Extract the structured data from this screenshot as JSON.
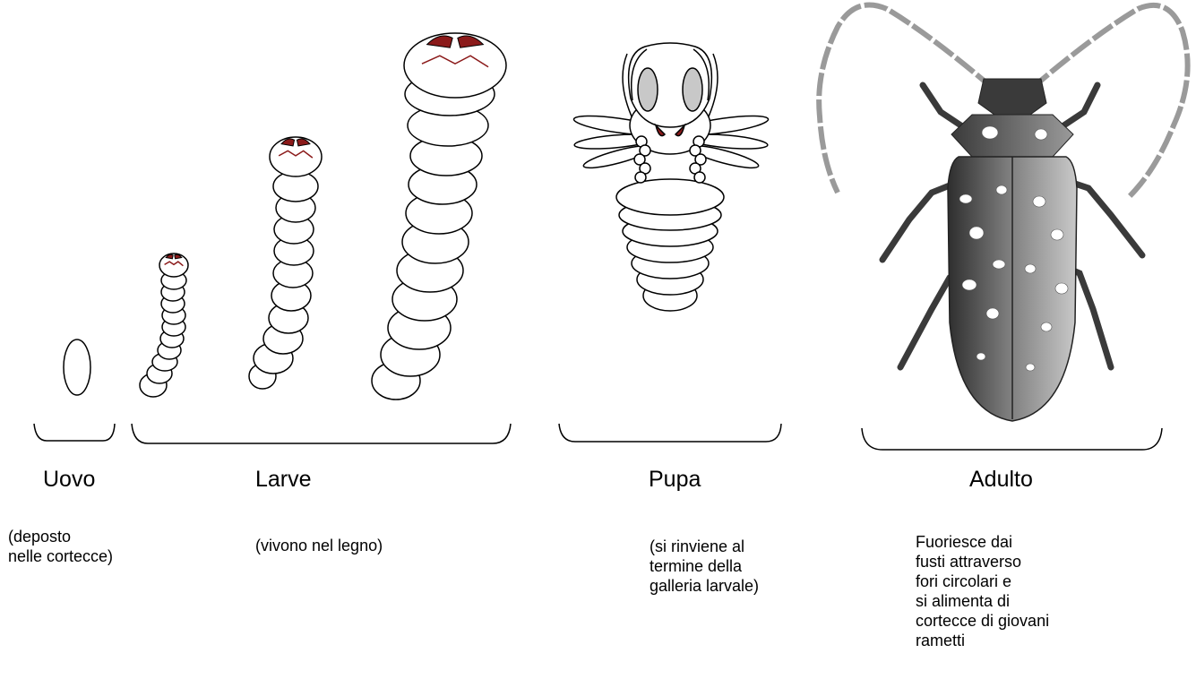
{
  "stages": {
    "uovo": {
      "title": "Uovo",
      "description": "(deposto\nnelle cortecce)"
    },
    "larve": {
      "title": "Larve",
      "description": "(vivono nel legno)"
    },
    "pupa": {
      "title": "Pupa",
      "description": "(si rinviene al\ntermine della\ngalleria larvale)"
    },
    "adulto": {
      "title": "Adulto",
      "description": "Fuoriesce dai\nfusti attraverso\nfori circolari e\nsi alimenta di\ncortecce di giovani\nrametti"
    }
  },
  "colors": {
    "outline": "#000000",
    "head_red": "#8b1a1a",
    "beetle_dark": "#3a3a3a",
    "beetle_mid": "#8a8a8a",
    "spots": "#ffffff"
  }
}
